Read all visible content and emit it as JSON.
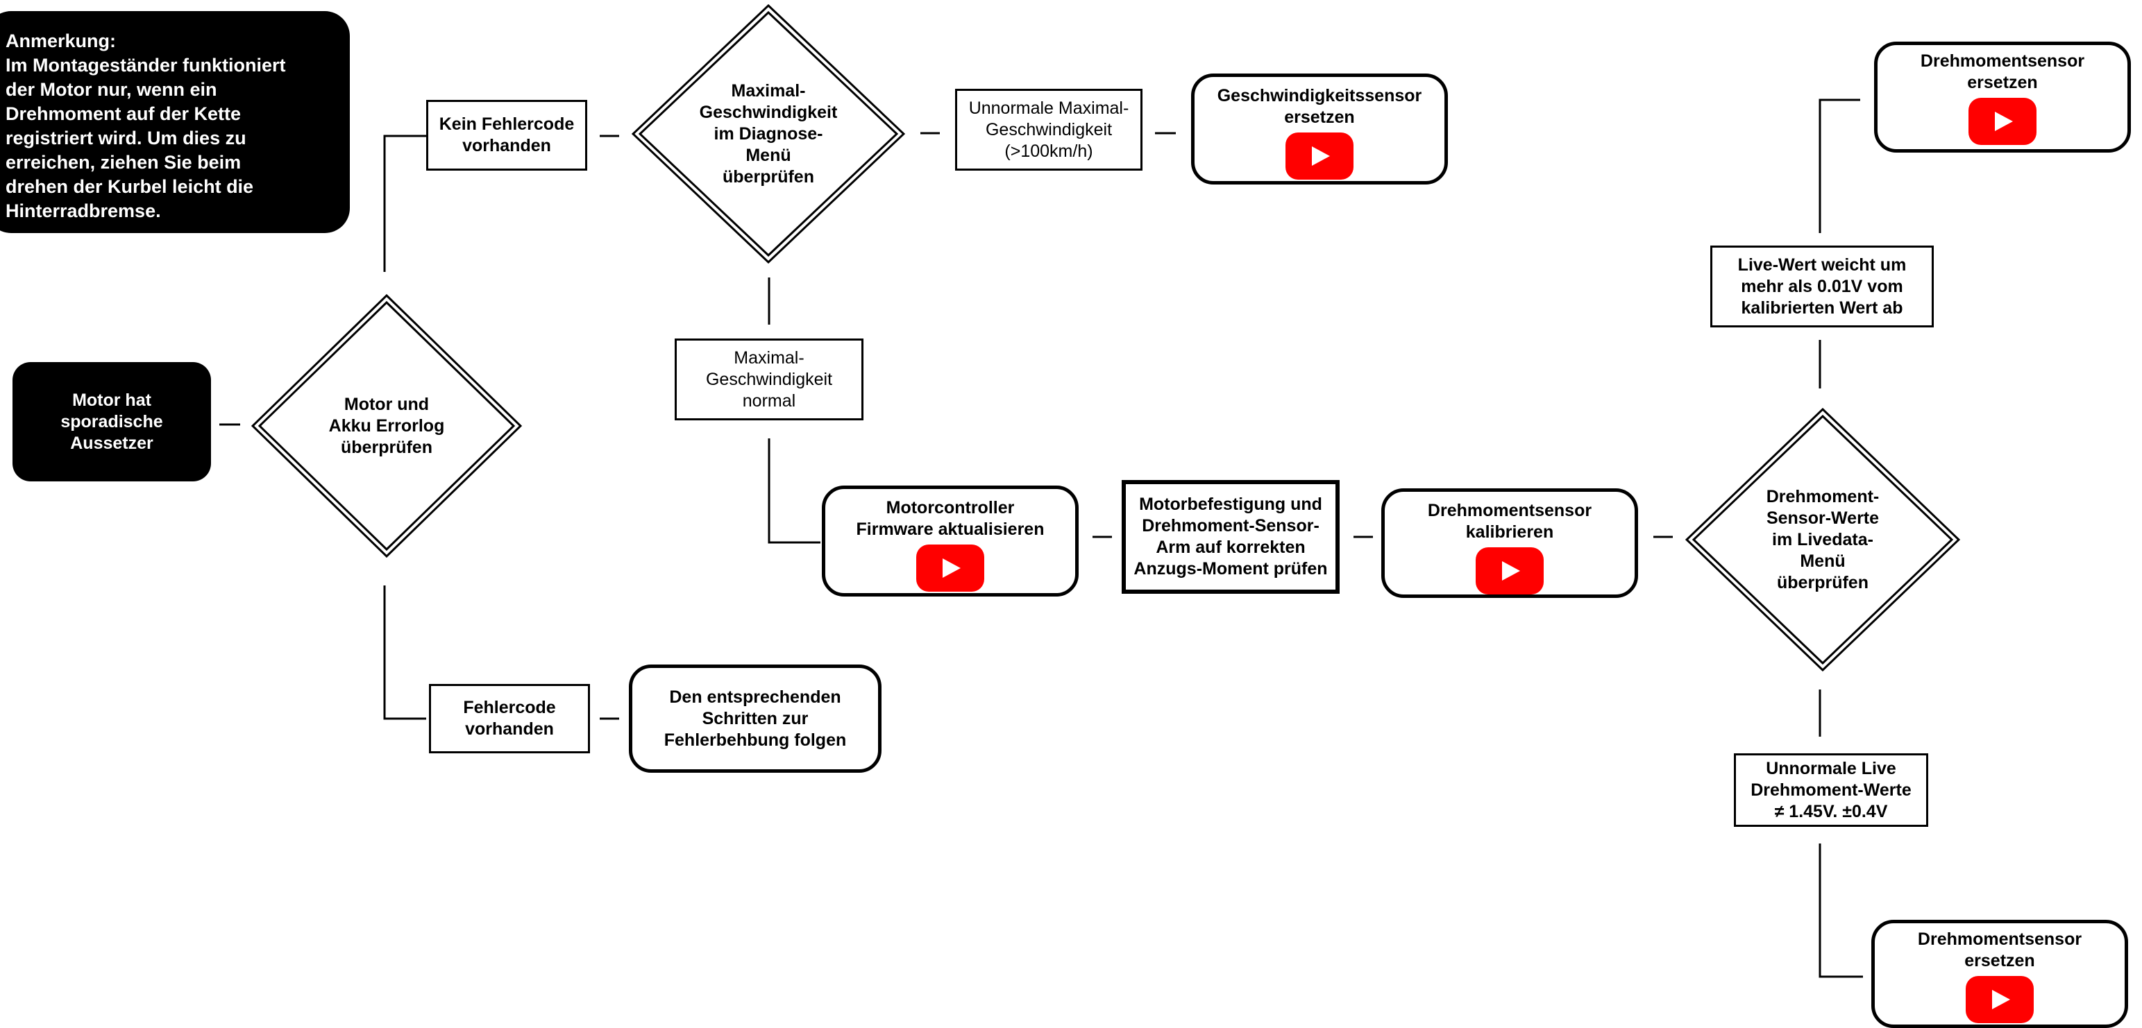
{
  "note": {
    "text": "Anmerkung:\nIm Montageständer funktioniert\nder Motor nur, wenn ein\nDrehmoment auf der Kette\nregistriert wird. Um dies zu\nerreichen, ziehen Sie beim\ndrehen der Kurbel leicht die\nHinterradbremse."
  },
  "nodes": {
    "start": "Motor hat\nsporadische\nAussetzer",
    "check_errorlog": "Motor und\nAkku Errorlog\nüberprüfen",
    "no_error_code": "Kein Fehlercode\nvorhanden",
    "error_code": "Fehlercode\nvorhanden",
    "follow_steps": "Den entsprechenden\nSchritten zur\nFehlerbehbung folgen",
    "check_max_speed": "Maximal-\nGeschwindigkeit\nim Diagnose-\nMenü\nüberprüfen",
    "abnormal_max_speed": "Unnormale Maximal-\nGeschwindigkeit\n(>100km/h)",
    "replace_speed_sensor": "Geschwindigkeitssensor\nersetzen",
    "max_speed_normal": "Maximal-\nGeschwindigkeit\nnormal",
    "update_firmware": "Motorcontroller\nFirmware aktualisieren",
    "check_mounting": "Motorbefestigung und\nDrehmoment-Sensor-\nArm auf korrekten\nAnzugs-Moment prüfen",
    "calibrate_torque": "Drehmomentsensor\nkalibrieren",
    "check_torque_values": "Drehmoment-\nSensor-Werte\nim Livedata-\nMenü\nüberprüfen",
    "live_value_deviates": "Live-Wert weicht um\nmehr als 0.01V vom\nkalibrierten Wert ab",
    "replace_torque_top": "Drehmomentsensor\nersetzen",
    "abnormal_live_values": "Unnormale Live\nDrehmoment-Werte\n≠ 1.45V. ±0.4V",
    "replace_torque_bottom": "Drehmomentsensor\nersetzen"
  },
  "icons": {
    "video": "youtube-play-icon",
    "video_color": "#ff0000"
  }
}
